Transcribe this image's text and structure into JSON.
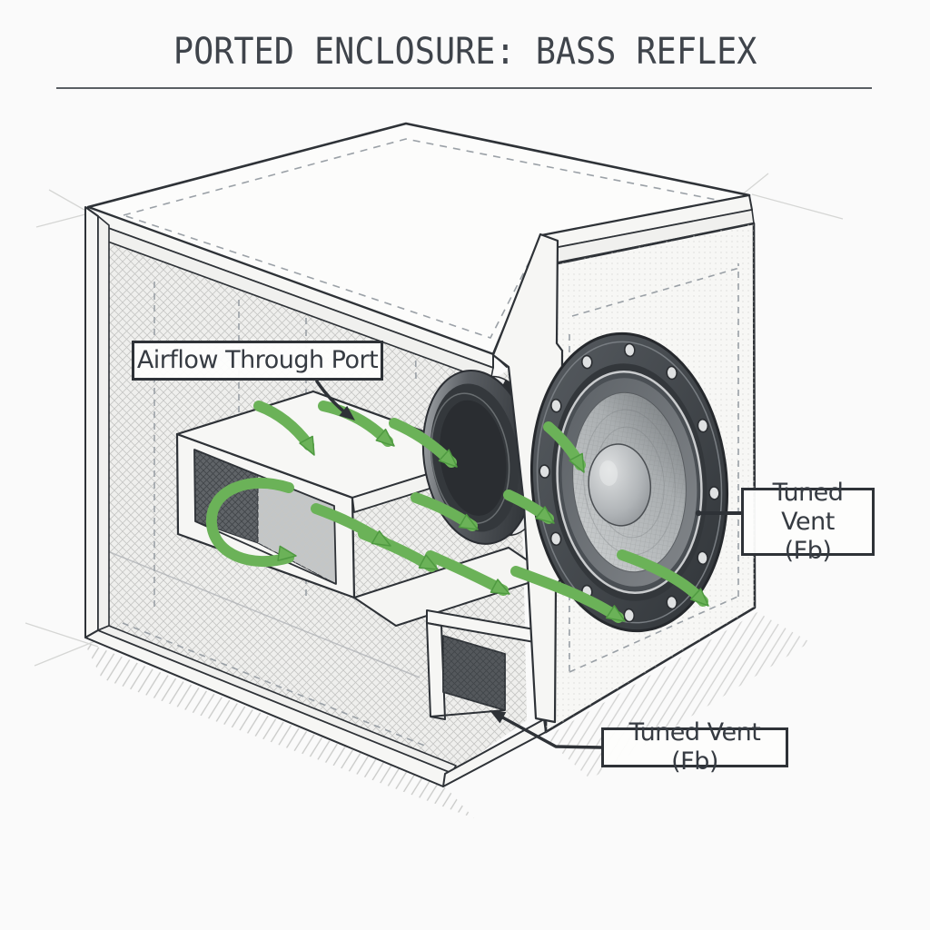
{
  "title": "PORTED ENCLOSURE: BASS REFLEX",
  "annotations": {
    "airflow_label": "Airflow Through Port",
    "tuned_vent_side_line1": "Tuned Vent",
    "tuned_vent_side_line2": "(Fb)",
    "tuned_vent_bottom_label": "Tuned Vent (Fb)"
  },
  "colors": {
    "background": "#fafafa",
    "ink": "#2e3237",
    "airflow_green": "#6bb258",
    "label_text": "#363b42"
  }
}
